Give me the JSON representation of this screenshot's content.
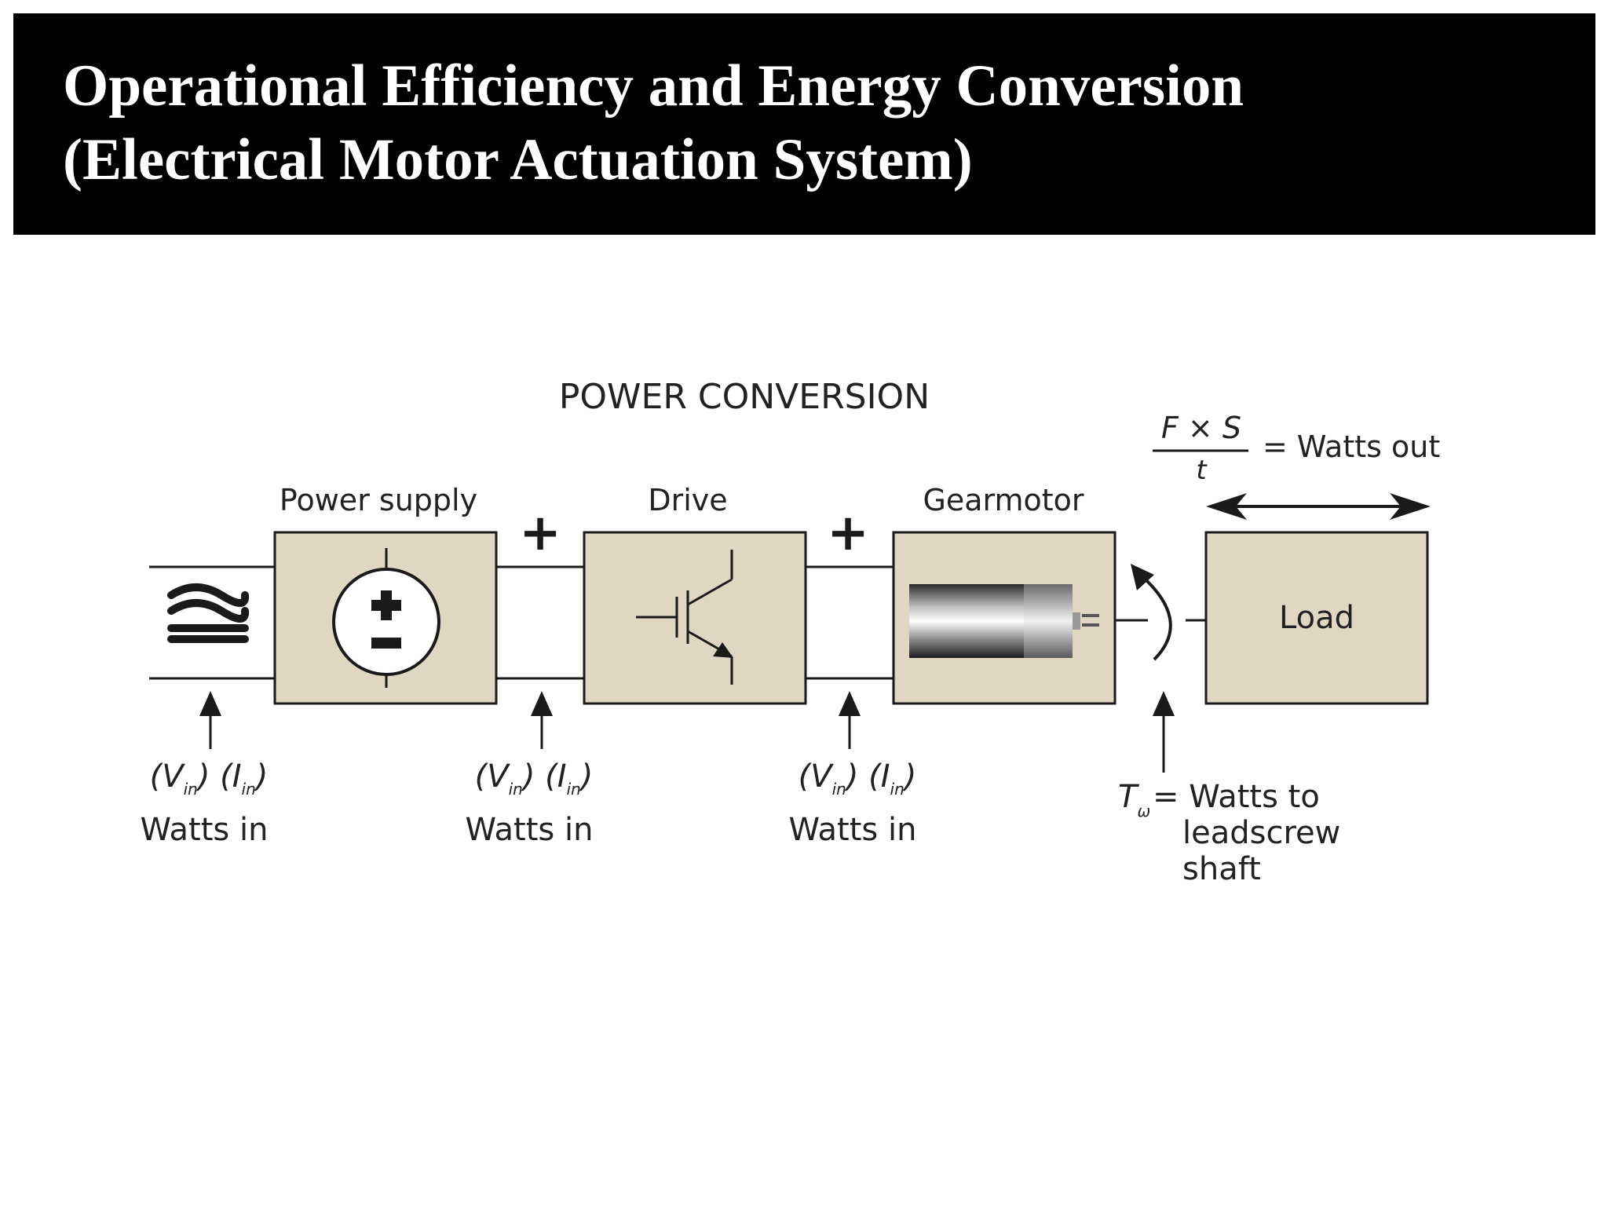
{
  "title": {
    "line1": "Operational Efficiency and Energy Conversion",
    "line2": "(Electrical Motor Actuation System)"
  },
  "diagram": {
    "heading": "POWER CONVERSION",
    "blocks": {
      "power_supply": "Power supply",
      "drive": "Drive",
      "gearmotor": "Gearmotor",
      "load": "Load"
    },
    "plus_sign": "+",
    "measurement_points": [
      {
        "v": "V",
        "v_sub": "in",
        "i": "I",
        "i_sub": "in",
        "caption": "Watts in"
      },
      {
        "v": "V",
        "v_sub": "in",
        "i": "I",
        "i_sub": "in",
        "caption": "Watts in"
      },
      {
        "v": "V",
        "v_sub": "in",
        "i": "I",
        "i_sub": "in",
        "caption": "Watts in"
      }
    ],
    "torque": {
      "symbol": "T",
      "sub": "ω",
      "text_line1": "= Watts to",
      "text_line2": "leadscrew",
      "text_line3": "shaft"
    },
    "output": {
      "numerator": "F × S",
      "denominator": "t",
      "text": "= Watts out"
    },
    "colors": {
      "block_fill": "#e0d7c3",
      "line": "#1a1a1a",
      "title_bg": "#000000",
      "title_text": "#ffffff"
    }
  }
}
